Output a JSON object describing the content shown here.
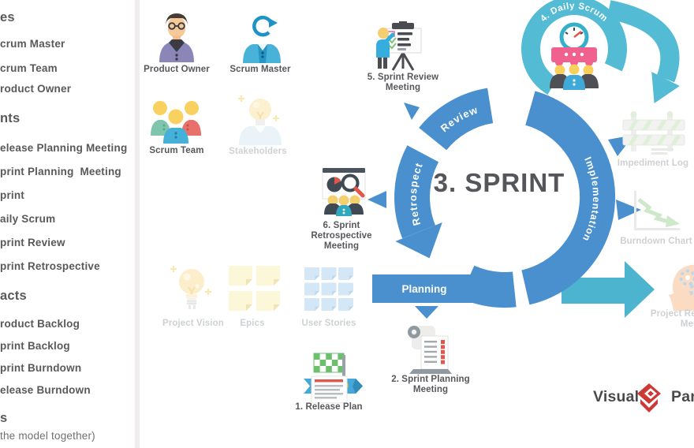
{
  "sidebar": {
    "items": [
      {
        "text": "es"
      },
      {
        "text": "crum Master"
      },
      {
        "text": "crum Team"
      },
      {
        "text": "roduct Owner"
      },
      {
        "text": "nts"
      },
      {
        "text": "elease Planning Meeting"
      },
      {
        "text": "print Planning  Meeting"
      },
      {
        "text": "print"
      },
      {
        "text": "aily Scrum"
      },
      {
        "text": "print Review"
      },
      {
        "text": "print Retrospective"
      },
      {
        "text": "acts"
      },
      {
        "text": "roduct Backlog"
      },
      {
        "text": "print Backlog"
      },
      {
        "text": "print Burndown"
      },
      {
        "text": "elease Burndown"
      },
      {
        "text": "s"
      },
      {
        "text": "the model together)"
      }
    ]
  },
  "diagram": {
    "actors": {
      "product_owner": "Product Owner",
      "scrum_master": "Scrum Master",
      "scrum_team": "Scrum Team",
      "stakeholders": "Stakeholders"
    },
    "ring": {
      "center": "3. SPRINT",
      "planning": "Planning",
      "implementation": "Implementation",
      "review": "Review",
      "retrospect": "Retrospect",
      "daily_scrum": "4. Daily Scrum"
    },
    "steps": {
      "release_plan": "1. Release Plan",
      "sprint_planning_1": "2. Sprint Planning",
      "sprint_planning_2": "Meeting",
      "sprint_review_1": "5. Sprint Review",
      "sprint_review_2": "Meeting",
      "sprint_retrospective_1": "6. Sprint Retrospective",
      "sprint_retrospective_2": "Meeting"
    },
    "artifacts": {
      "impediment_log": "Impediment Log",
      "burndown_chart": "Burndown Chart",
      "project_vision": "Project Vision",
      "epics": "Epics",
      "user_stories": "User Stories",
      "project_retrospective_1": "Project Retrospective",
      "project_retrospective_2": "Meeting"
    }
  },
  "logo": {
    "visual": "Visual",
    "paradigm": "Paradigm"
  },
  "colors": {
    "ring_blue": "#4a90ce",
    "teal": "#4fb8d2",
    "text_dark": "#58595b",
    "faded_label": "#ced1d3",
    "logo_red": "#cc3a36"
  }
}
